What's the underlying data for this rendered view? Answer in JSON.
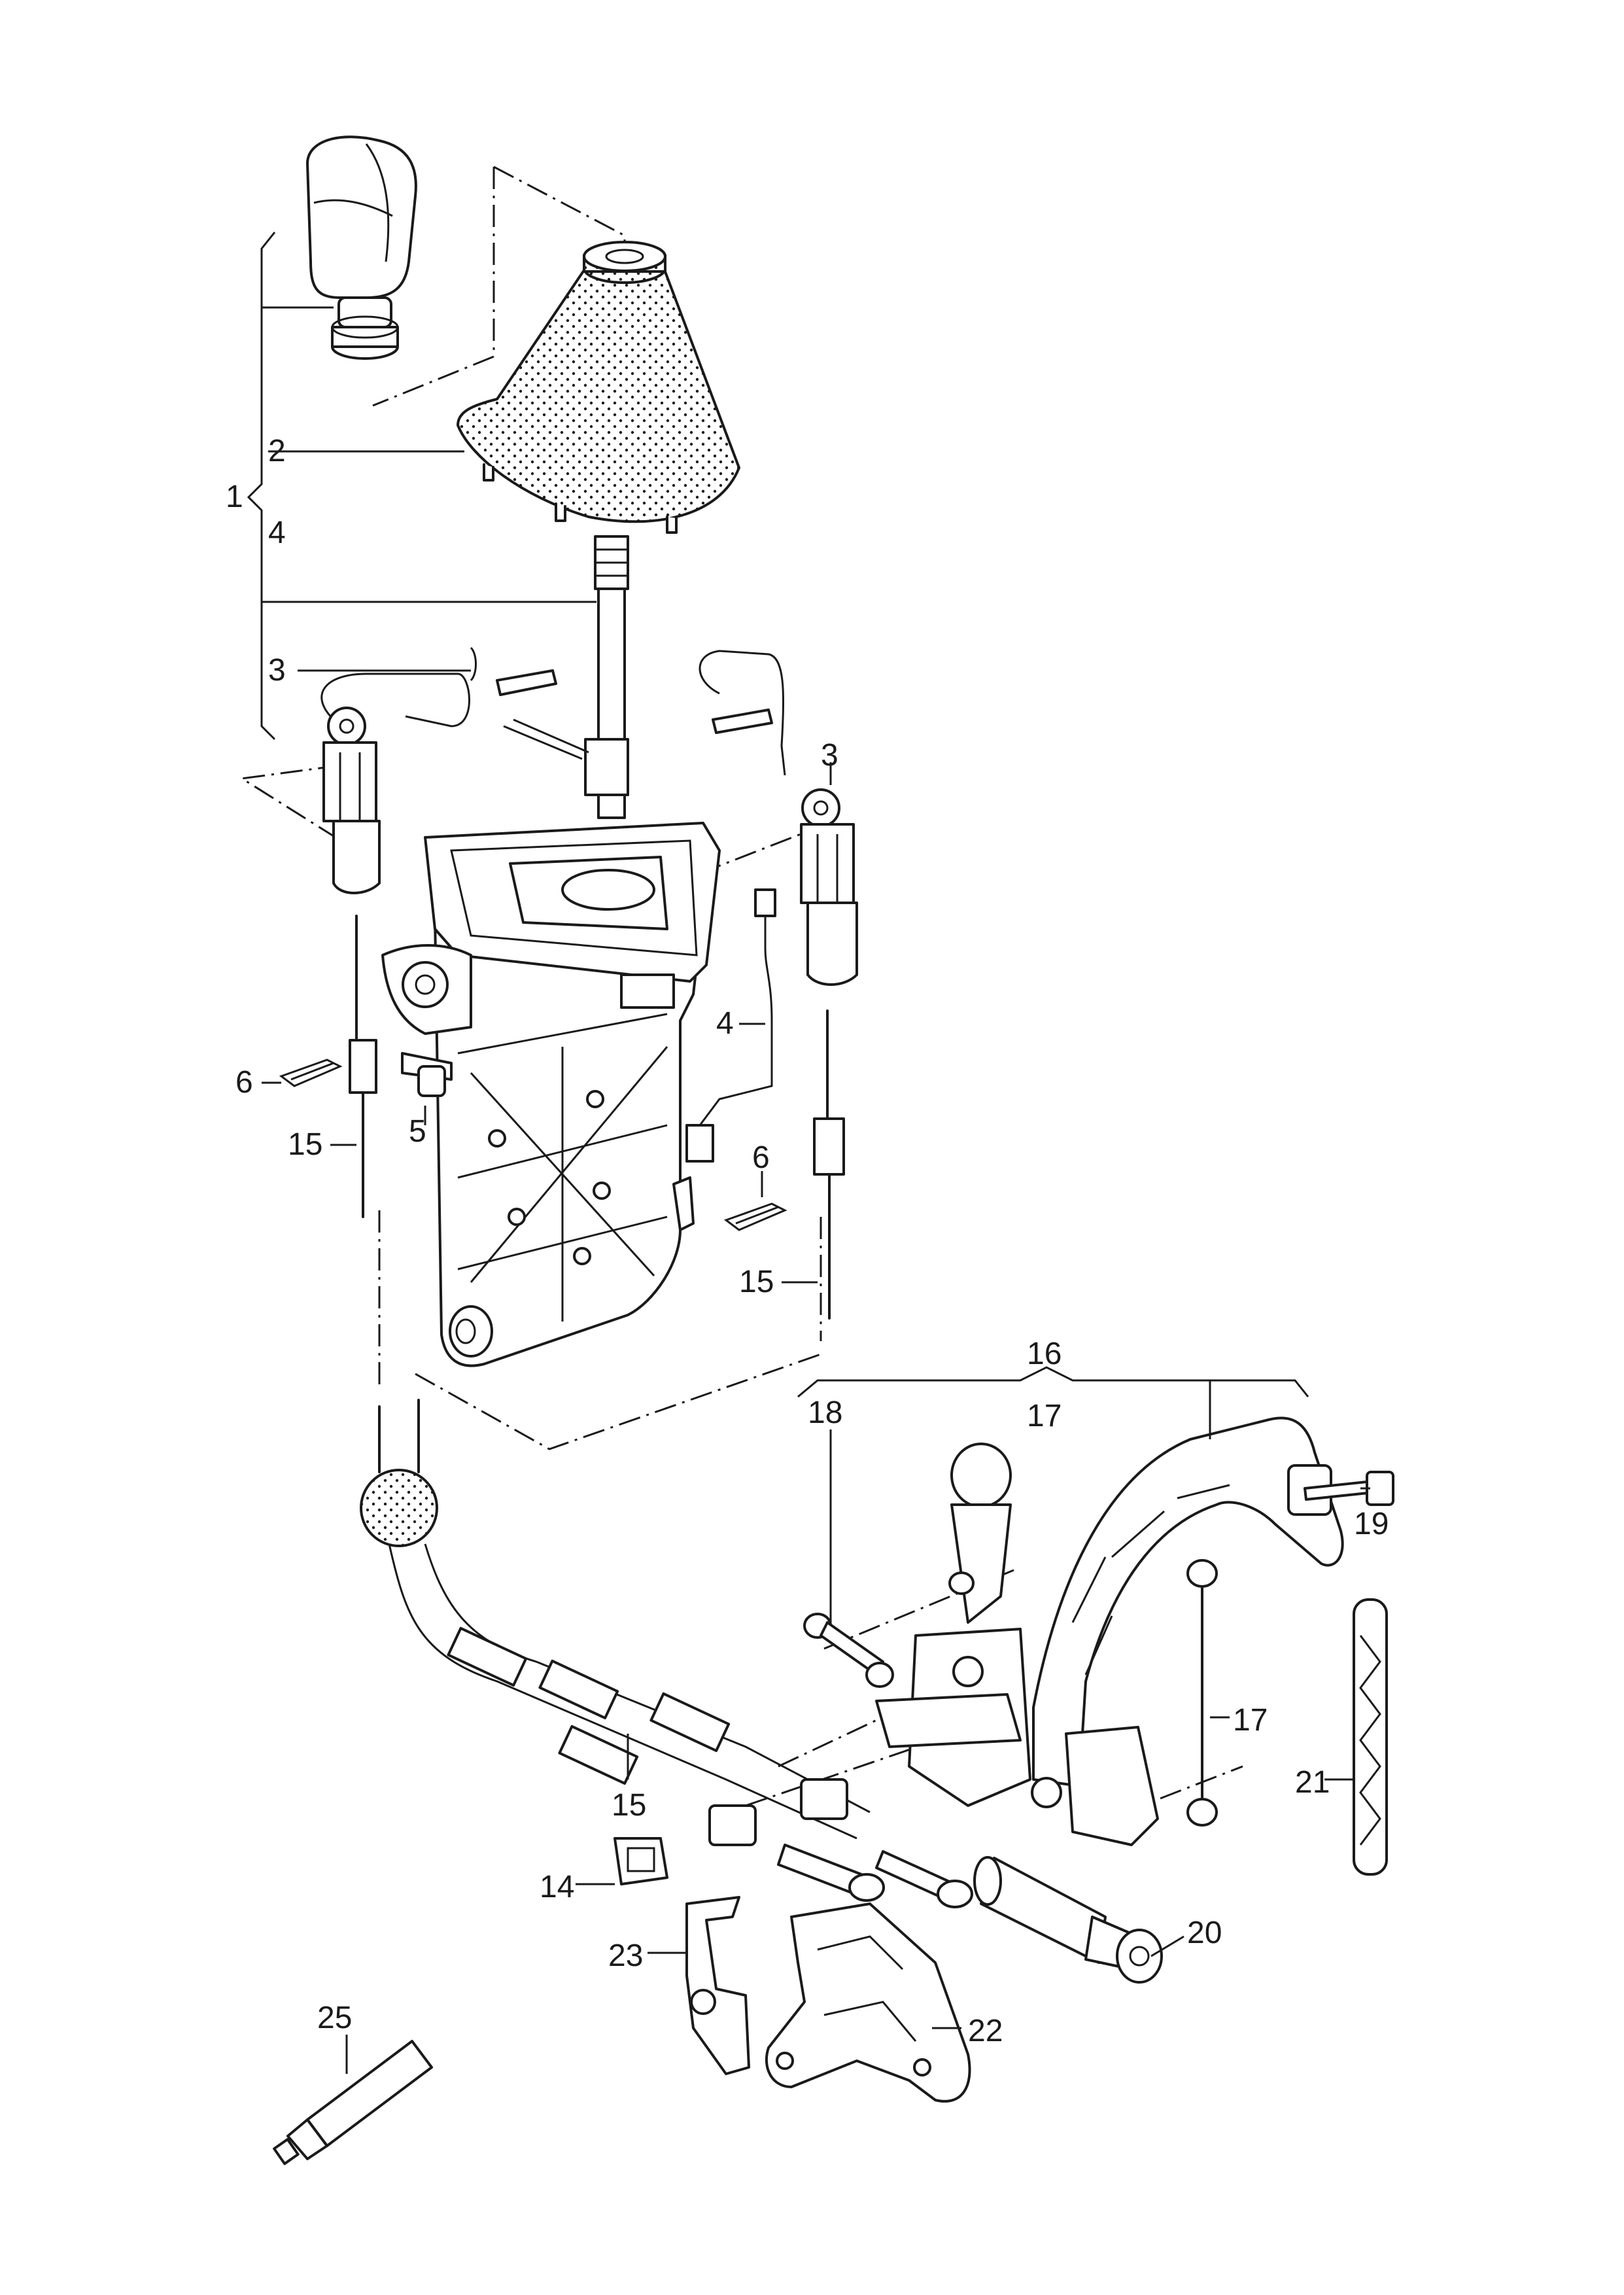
{
  "callouts": {
    "c1": "1",
    "c2": "2",
    "c3a": "3",
    "c3b": "3",
    "c4a": "4",
    "c4b": "4",
    "c5": "5",
    "c6a": "6",
    "c6b": "6",
    "c14": "14",
    "c15a": "15",
    "c15b": "15",
    "c15c": "15",
    "c16": "16",
    "c17a": "17",
    "c17b": "17",
    "c18": "18",
    "c19": "19",
    "c20": "20",
    "c21": "21",
    "c22": "22",
    "c23": "23",
    "c25": "25"
  },
  "parts": [
    {
      "id": "gear-knob",
      "callout": "1"
    },
    {
      "id": "gearshift-boot",
      "callout": "2"
    },
    {
      "id": "lock-wire",
      "callout": "3"
    },
    {
      "id": "shift-lever",
      "callout": "4"
    },
    {
      "id": "screw",
      "callout": "5"
    },
    {
      "id": "spring-clip",
      "callout": "6"
    },
    {
      "id": "retaining-clip",
      "callout": "14"
    },
    {
      "id": "selector-cable",
      "callout": "15"
    },
    {
      "id": "selector-bracket",
      "callout": "16"
    },
    {
      "id": "link-rod",
      "callout": "17"
    },
    {
      "id": "ball-pin-link",
      "callout": "18"
    },
    {
      "id": "hex-bolt",
      "callout": "19"
    },
    {
      "id": "damper-weight",
      "callout": "20"
    },
    {
      "id": "rib-support",
      "callout": "21"
    },
    {
      "id": "mounting-bracket",
      "callout": "22"
    },
    {
      "id": "cable-holder",
      "callout": "23"
    },
    {
      "id": "grease-tube",
      "callout": "25"
    }
  ]
}
